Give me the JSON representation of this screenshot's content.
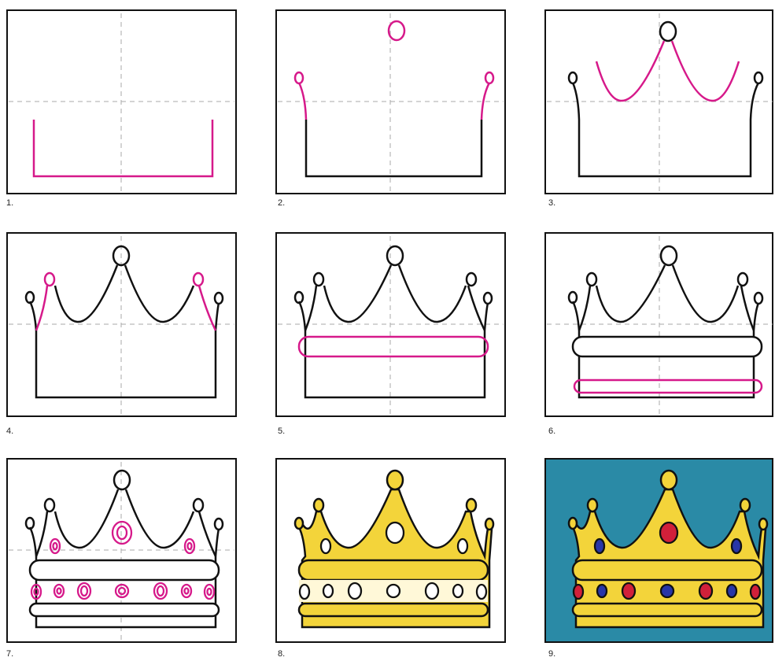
{
  "steps": [
    {
      "label": "1."
    },
    {
      "label": "2."
    },
    {
      "label": "3."
    },
    {
      "label": "4."
    },
    {
      "label": "5."
    },
    {
      "label": "6."
    },
    {
      "label": "7."
    },
    {
      "label": "8."
    },
    {
      "label": "9."
    }
  ],
  "colors": {
    "new_stroke": "#d6198a",
    "outline": "#111111",
    "guide": "#aaaaaa",
    "gold": "#f3d43a",
    "gold_shade": "#e6c21f",
    "background_blue": "#2a8aa6",
    "jewel_red": "#d1203a",
    "jewel_blue": "#2836a8"
  }
}
